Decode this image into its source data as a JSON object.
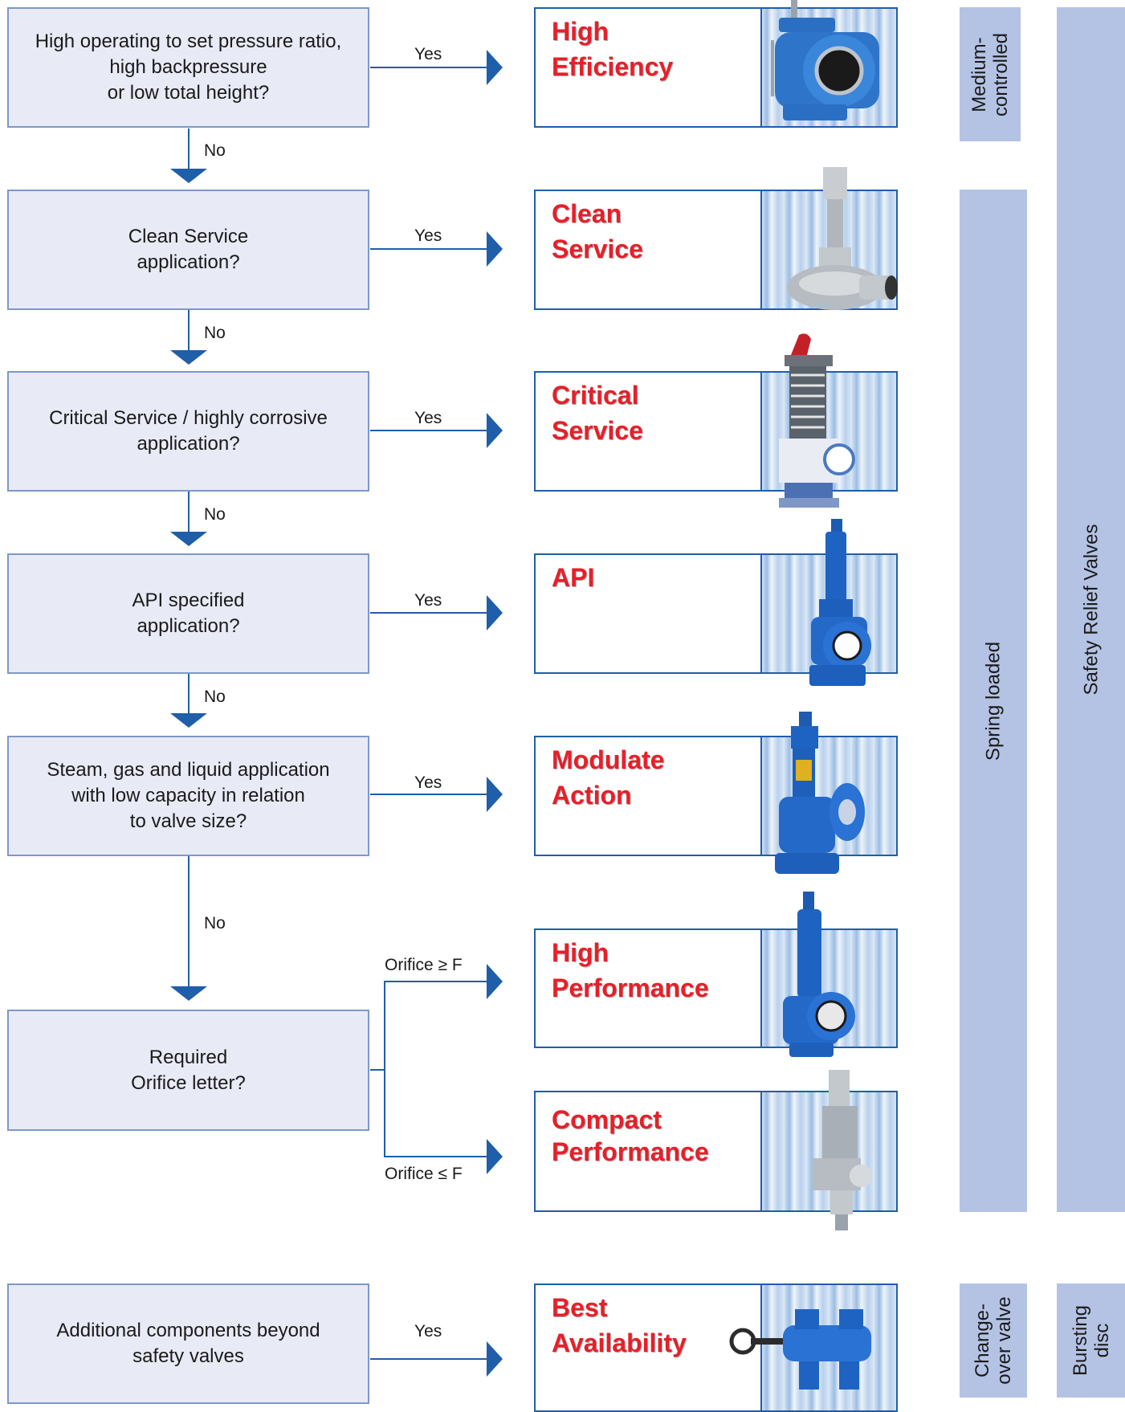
{
  "colors": {
    "question_border": "#7d98c9",
    "question_fill": "#e8ebf6",
    "arrow": "#1f5ea8",
    "title_red": "#e5202a",
    "band": "#b4c3e4"
  },
  "questions": [
    {
      "text": "High operating to set pressure ratio,\nhigh backpressure\nor low total height?"
    },
    {
      "text": "Clean Service\napplication?"
    },
    {
      "text": "Critical Service / highly corrosive\napplication?"
    },
    {
      "text": "API specified\napplication?"
    },
    {
      "text": "Steam, gas and liquid application\nwith low capacity in relation\nto valve size?"
    },
    {
      "text": "Required\nOrifice letter?"
    },
    {
      "text": "Additional components beyond\nsafety valves"
    }
  ],
  "products": [
    {
      "title": "High\nEfficiency",
      "icon": "pilot-valve-icon"
    },
    {
      "title": "Clean\nService",
      "icon": "clean-valve-icon"
    },
    {
      "title": "Critical\nService",
      "icon": "critical-valve-icon"
    },
    {
      "title": "API",
      "icon": "api-valve-icon"
    },
    {
      "title": "Modulate\nAction",
      "icon": "modulate-valve-icon"
    },
    {
      "title": "High\nPerformance",
      "icon": "high-performance-valve-icon"
    },
    {
      "title": "Compact\nPerformance",
      "icon": "compact-valve-icon"
    },
    {
      "title": "Best\nAvailability",
      "icon": "changeover-valve-icon"
    }
  ],
  "labels": {
    "yes": "Yes",
    "no": "No",
    "orifice_ge": "Orifice ≥ F",
    "orifice_le": "Orifice ≤ F"
  },
  "categories": {
    "medium": "Medium-\ncontrolled",
    "spring": "Spring loaded",
    "safety": "Safety Relief Valves",
    "changeover": "Change-\nover valve",
    "bursting": "Bursting\ndisc"
  }
}
